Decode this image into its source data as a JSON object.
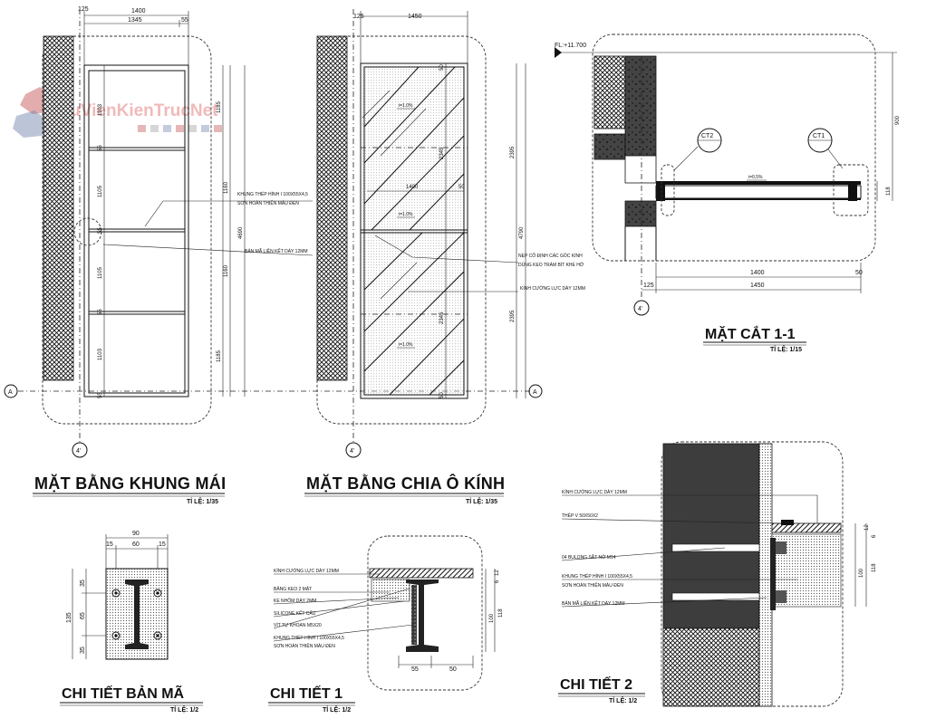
{
  "watermark": {
    "text": "ThuVienKienTrucNet"
  },
  "plan_frame": {
    "title": "MẶT BẰNG KHUNG MÁI",
    "scale": "TỈ LỆ: 1/35",
    "dims_top": [
      "1400",
      "125",
      "1345",
      "55"
    ],
    "dims_side": [
      "1103",
      "55",
      "1105",
      "55",
      "1105",
      "55",
      "1103",
      "55",
      "1185",
      "1160",
      "4690",
      "1160",
      "1185"
    ],
    "callout_1": "KHUNG THÉP HÌNH I 100X55X4,5",
    "callout_2": "SƠN HOÀN THIỆN MÀU ĐEN",
    "callout_3": "BẢN MÃ LIÊN KẾT DÀY 12MM",
    "axis_a": "A",
    "axis_4": "4'"
  },
  "plan_glass": {
    "title": "MẶT BẰNG CHIA Ô KÍNH",
    "scale": "TỈ LỆ: 1/35",
    "dims_top": [
      "125",
      "1450"
    ],
    "dims_inner": [
      "50",
      "2345",
      "1400",
      "50",
      "2345",
      "50"
    ],
    "dims_side": [
      "2395",
      "4790",
      "2395"
    ],
    "slope": "i=1.0%",
    "callout_1": "NẸP CỐ ĐỊNH CÁC GÓC KÍNH",
    "callout_2": "DÙNG KEO TRÁM BÍT KHE HỞ",
    "callout_3": "KÍNH CƯỜNG LỰC DÀY 12MM",
    "axis_a": "A",
    "axis_4": "4'"
  },
  "section": {
    "title": "MẶT CẮT 1-1",
    "scale": "TỈ LỆ: 1/15",
    "level": "FL:+11.700",
    "ct2": "CT2",
    "ct1": "CT1",
    "slope": "i=0,5%",
    "dims": [
      "900",
      "118",
      "1400",
      "50",
      "125",
      "1450"
    ],
    "axis_4": "4'"
  },
  "plate": {
    "title": "CHI TIẾT BẢN MÃ",
    "scale": "TỈ LỆ: 1/2",
    "dims_top": [
      "90",
      "15",
      "60",
      "15"
    ],
    "dims_side": [
      "135",
      "35",
      "65",
      "35"
    ]
  },
  "detail1": {
    "title": "CHI TIẾT 1",
    "scale": "TỈ LỆ: 1/2",
    "labels": [
      "KÍNH CƯỜNG LỰC DÀY 12MM",
      "BĂNG KEO 2 MẶT",
      "KE NHÔM DÀY 2MM",
      "SILICONE KẾT CẤU",
      "VÍT TỰ KHOAN M5X20",
      "KHUNG THÉP HÌNH I 100X55X4,5",
      "SƠN HOÀN THIỆN MÀU ĐEN"
    ],
    "dims": [
      "12",
      "6",
      "100",
      "118",
      "55",
      "50"
    ]
  },
  "detail2": {
    "title": "CHI TIẾT 2",
    "scale": "TỈ LỆ: 1/2",
    "labels": [
      "KÍNH CƯỜNG LỰC DÀY 12MM",
      "THÉP V 50X50X2",
      "04 BULONG SẮT NỞ M14",
      "KHUNG THÉP HÌNH I 100X55X4,5",
      "SƠN HOÀN THIỆN MÀU ĐEN",
      "BẢN MÃ LIÊN KẾT DÀY 12MM"
    ],
    "dims": [
      "12",
      "6",
      "100",
      "118"
    ]
  }
}
